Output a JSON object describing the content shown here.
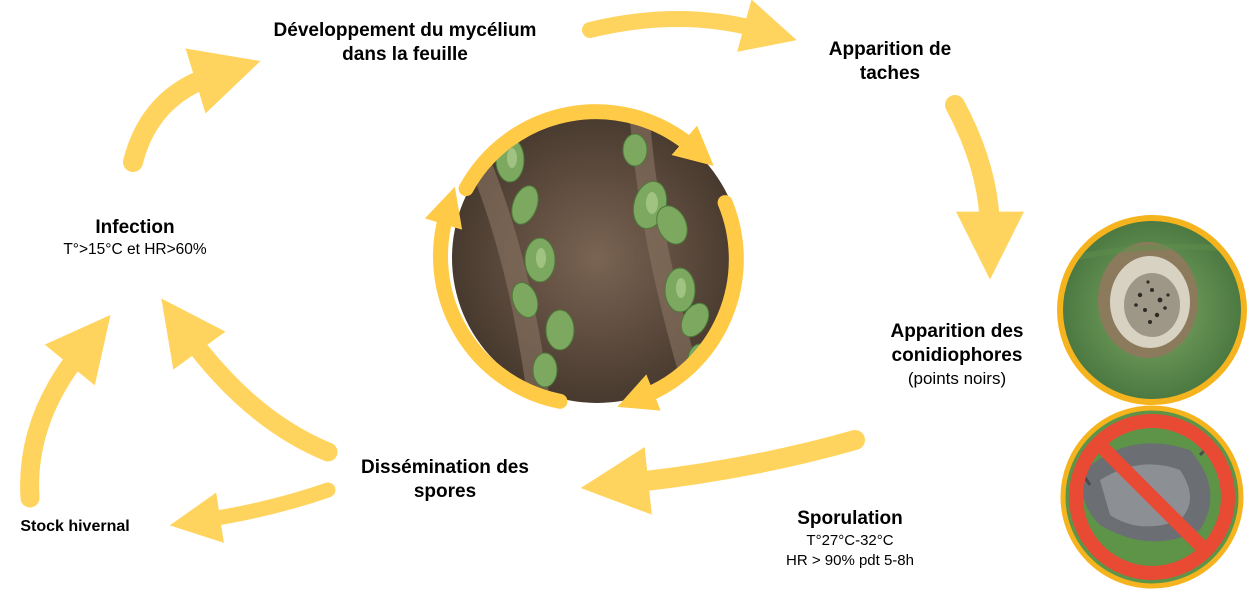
{
  "stages": {
    "developpement": {
      "line1": "Développement du mycélium",
      "line2": "dans la feuille"
    },
    "apparition_taches": {
      "line1": "Apparition de",
      "line2": "taches"
    },
    "infection": {
      "title": "Infection",
      "condition": "T°>15°C et HR>60%"
    },
    "conidiophores": {
      "line1": "Apparition des",
      "line2": "conidiophores",
      "note": "(points noirs)"
    },
    "dissemination": {
      "line1": "Dissémination des",
      "line2": "spores"
    },
    "stock": {
      "title": "Stock hivernal"
    },
    "sporulation": {
      "title": "Sporulation",
      "cond1": "T°27°C-32°C",
      "cond2": "HR > 90% pdt 5-8h"
    }
  },
  "colors": {
    "arrow": "#FFD45E",
    "ring": "#F5B41D",
    "prohibition": "#E84A33",
    "leaf": "#6E9A52",
    "soil": "#5B4A3C"
  },
  "icons": {
    "center": "crop-field-photo",
    "lesion": "leaf-lesion-photo",
    "forbidden": "prohibited-leaf-photo"
  }
}
